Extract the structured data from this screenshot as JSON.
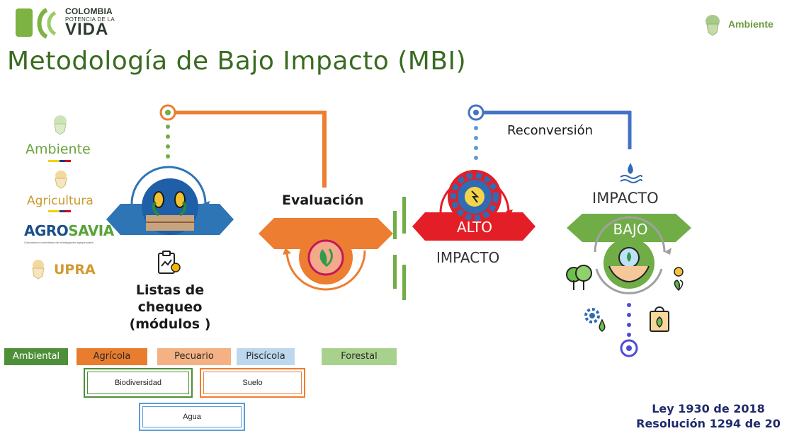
{
  "header": {
    "brand_line1": "COLOMBIA",
    "brand_line2": "POTENCIA DE LA",
    "brand_line3": "VIDA",
    "ministry_right": "Ambiente"
  },
  "title": "Metodología de Bajo Impacto (MBI)",
  "institutions": {
    "ambiente": "Ambiente",
    "agricultura": "Agricultura",
    "agrosavia_a": "AGRO",
    "agrosavia_b": "SAVIA",
    "agrosavia_sub": "Corporación colombiana de investigación agropecuaria",
    "upra": "UPRA"
  },
  "flow": {
    "checklists_label": "Listas de chequeo (módulos )",
    "evaluation_label": "Evaluación",
    "alto_label": "ALTO",
    "impacto_under_alto": "IMPACTO",
    "reconversion_label": "Reconversión",
    "impacto_over_bajo": "IMPACTO",
    "bajo_label": "BAJO"
  },
  "modules": [
    {
      "label": "Ambiental",
      "color": "#4e8f3a"
    },
    {
      "label": "Agrícola",
      "color": "#e87d2e"
    },
    {
      "label": "Pecuario",
      "color": "#f4b183"
    },
    {
      "label": "Piscícola",
      "color": "#bdd7ee"
    },
    {
      "label": "Forestal",
      "color": "#a9d18e"
    }
  ],
  "components": {
    "biodiversidad": "Biodiversidad",
    "suelo": "Suelo",
    "agua": "Agua"
  },
  "legal": {
    "ley": "Ley 1930 de 2018",
    "resolucion": "Resolución 1294 de 20"
  },
  "colors": {
    "title_green": "#3a6b21",
    "orange": "#ed7d31",
    "blue": "#4472c4",
    "red": "#e41e26",
    "green": "#70ad47",
    "dark_blue": "#1f2a6b"
  }
}
